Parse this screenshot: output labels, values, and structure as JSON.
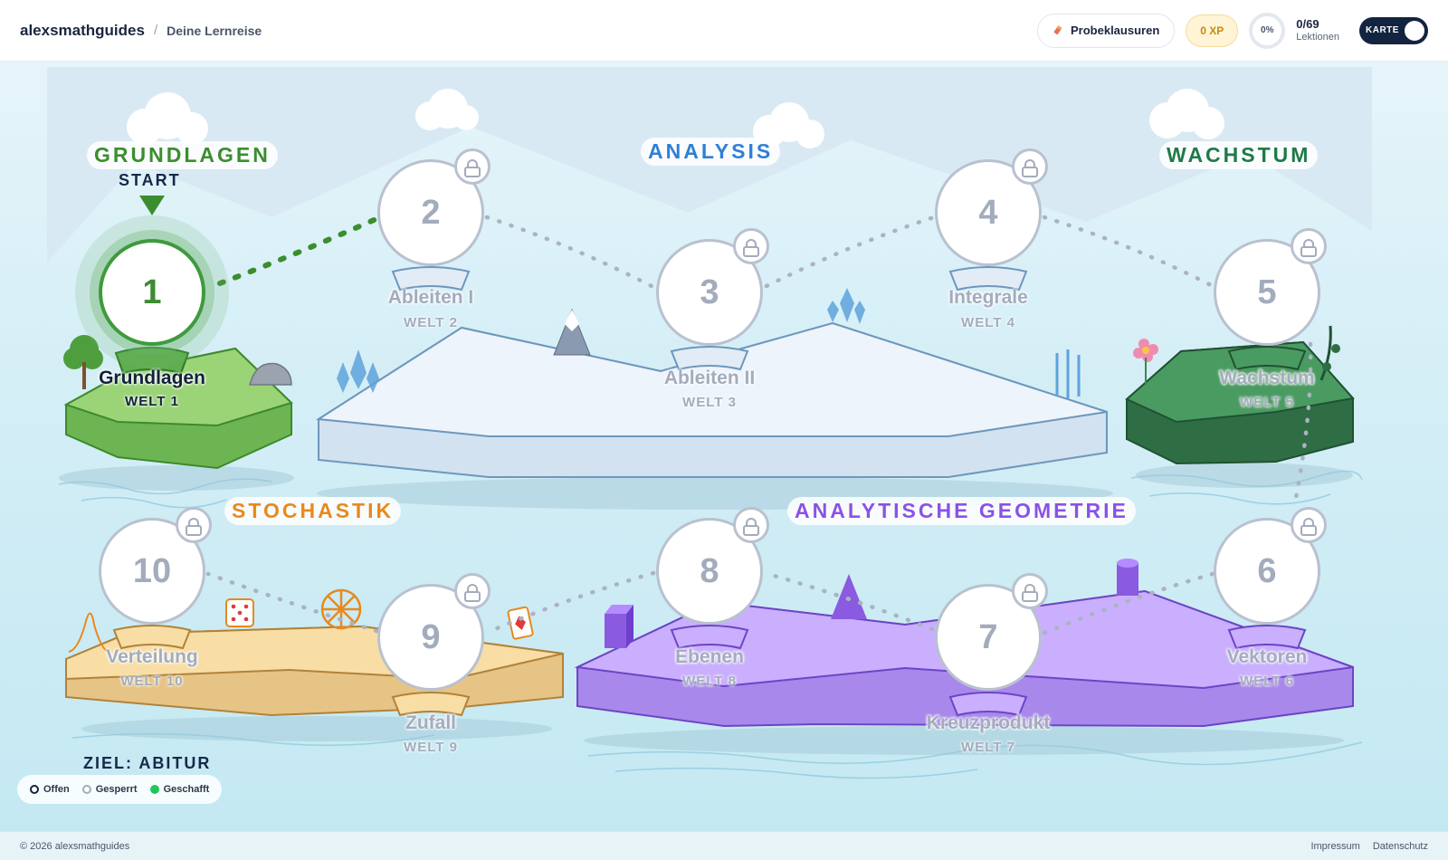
{
  "header": {
    "brand": "alexsmathguides",
    "separator": "/",
    "crumb": "Deine Lernreise",
    "exam_button": "Probeklausuren",
    "xp": "0 XP",
    "progress_percent": "0%",
    "lessons_count": "0/69",
    "lessons_label": "Lektionen",
    "toggle_label": "KARTE"
  },
  "map": {
    "start_label": "START",
    "goal_label": "ZIEL: ABITUR",
    "worlds": [
      {
        "title": "GRUNDLAGEN",
        "color": "#3b8e2f"
      },
      {
        "title": "ANALYSIS",
        "color": "#2f7fd6"
      },
      {
        "title": "WACHSTUM",
        "color": "#1f7a47"
      },
      {
        "title": "STOCHASTIK",
        "color": "#e8891c"
      },
      {
        "title": "ANALYTISCHE GEOMETRIE",
        "color": "#8a52e6"
      }
    ],
    "nodes": [
      {
        "num": "1",
        "name": "Grundlagen",
        "sub": "WELT 1",
        "state": "open"
      },
      {
        "num": "2",
        "name": "Ableiten I",
        "sub": "WELT 2",
        "state": "locked"
      },
      {
        "num": "3",
        "name": "Ableiten II",
        "sub": "WELT 3",
        "state": "locked"
      },
      {
        "num": "4",
        "name": "Integrale",
        "sub": "WELT 4",
        "state": "locked"
      },
      {
        "num": "5",
        "name": "Wachstum",
        "sub": "WELT 5",
        "state": "locked"
      },
      {
        "num": "6",
        "name": "Vektoren",
        "sub": "WELT 6",
        "state": "locked"
      },
      {
        "num": "7",
        "name": "Kreuzprodukt",
        "sub": "WELT 7",
        "state": "locked"
      },
      {
        "num": "8",
        "name": "Ebenen",
        "sub": "WELT 8",
        "state": "locked"
      },
      {
        "num": "9",
        "name": "Zufall",
        "sub": "WELT 9",
        "state": "locked"
      },
      {
        "num": "10",
        "name": "Verteilung",
        "sub": "WELT 10",
        "state": "locked"
      }
    ]
  },
  "legend": {
    "open": "Offen",
    "locked": "Gesperrt",
    "done": "Geschafft",
    "done_color": "#22c55e"
  },
  "footer": {
    "copyright": "© 2026 alexsmathguides",
    "imprint": "Impressum",
    "privacy": "Datenschutz"
  }
}
